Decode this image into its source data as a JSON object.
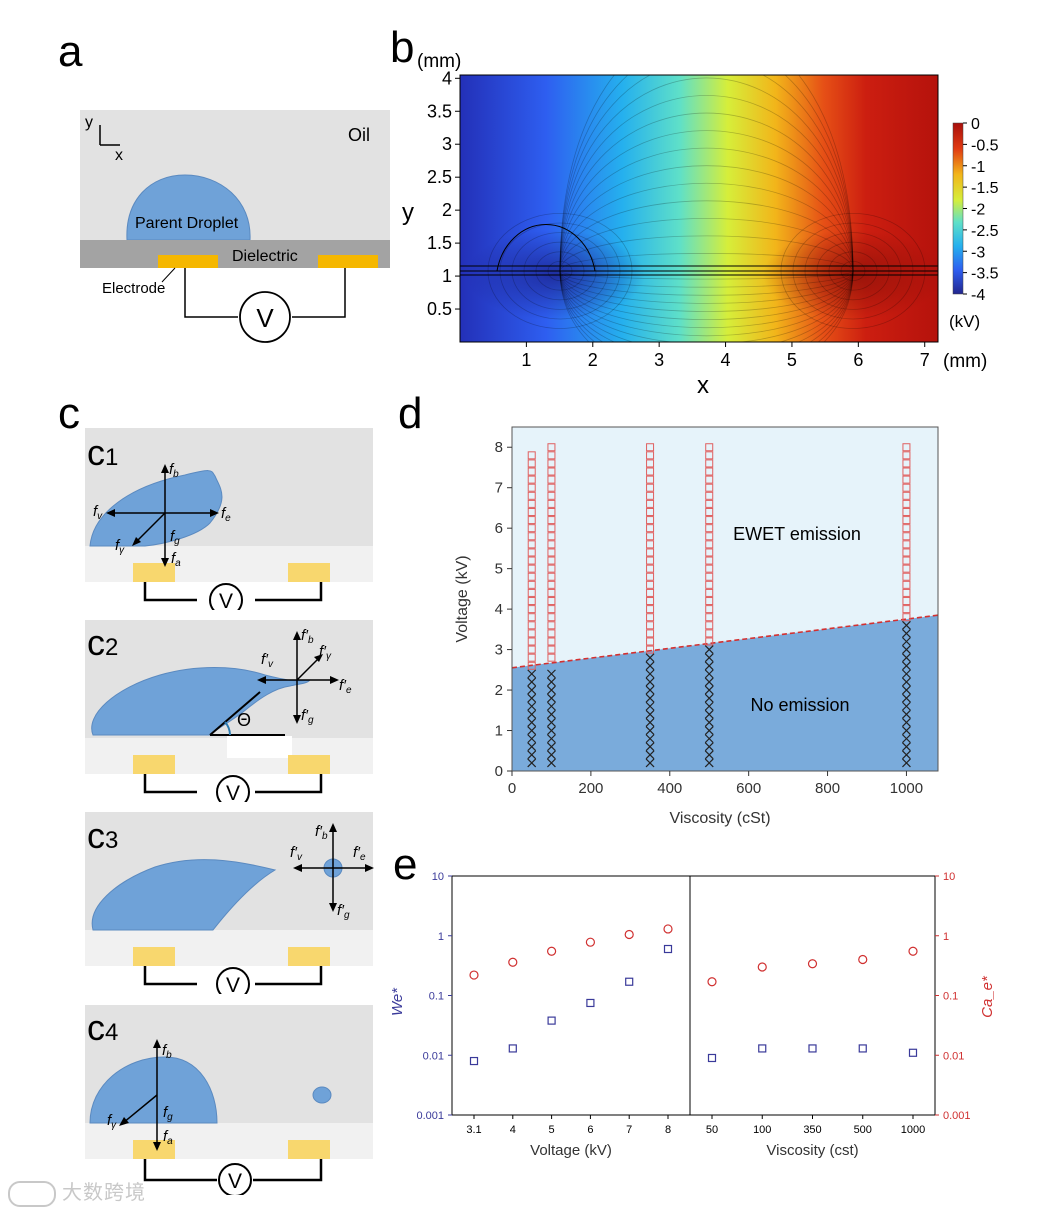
{
  "panels": {
    "a": {
      "letter": "a",
      "axis_y": "y",
      "axis_x": "x",
      "oil": "Oil",
      "droplet": "Parent Droplet",
      "dielectric": "Dielectric",
      "electrode": "Electrode",
      "voltage_symbol": "V"
    },
    "b": {
      "letter": "b",
      "y_unit": "(mm)",
      "x_unit": "(mm)",
      "xlabel": "x",
      "ylabel": "y",
      "colorbar_unit": "(kV)",
      "colorbar_ticks": [
        "0",
        "-0.5",
        "-1",
        "-1.5",
        "-2",
        "-2.5",
        "-3",
        "-3.5",
        "-4"
      ]
    },
    "c": {
      "letter": "c",
      "subpanels": [
        {
          "label": "c",
          "sub": "1"
        },
        {
          "label": "c",
          "sub": "2"
        },
        {
          "label": "c",
          "sub": "3"
        },
        {
          "label": "c",
          "sub": "4"
        }
      ],
      "voltage_symbol": "V",
      "theta": "Θ"
    },
    "d": {
      "letter": "d"
    },
    "e": {
      "letter": "e"
    }
  },
  "watermark": "大数跨境",
  "chart_data": [
    {
      "panel": "b",
      "type": "heatmap",
      "xlabel": "x",
      "ylabel": "y",
      "x_ticks": [
        1,
        2,
        3,
        4,
        5,
        6,
        7
      ],
      "y_ticks": [
        0.5,
        1,
        1.5,
        2,
        2.5,
        3,
        3.5,
        4
      ],
      "xlim": [
        0,
        7.2
      ],
      "ylim": [
        0,
        4.05
      ],
      "colorbar": {
        "min": -4,
        "max": 0,
        "unit": "(kV)"
      }
    },
    {
      "panel": "d",
      "type": "scatter",
      "xlabel": "Viscosity (cSt)",
      "ylabel": "Voltage (kV)",
      "xlim": [
        0,
        1080
      ],
      "ylim": [
        0,
        8.5
      ],
      "x_ticks": [
        0,
        200,
        400,
        600,
        800,
        1000
      ],
      "y_ticks": [
        0,
        1,
        2,
        3,
        4,
        5,
        6,
        7,
        8
      ],
      "regions": [
        "EWET emission",
        "No emission"
      ],
      "boundary": {
        "x": [
          0,
          1080
        ],
        "y": [
          2.55,
          3.85
        ]
      },
      "series": [
        {
          "marker": "square",
          "color": "#e06060",
          "points": [
            {
              "x": 50,
              "from": 2.6,
              "to": 7.8
            },
            {
              "x": 100,
              "from": 2.8,
              "to": 8.0
            },
            {
              "x": 350,
              "from": 3.0,
              "to": 8.0
            },
            {
              "x": 500,
              "from": 3.2,
              "to": 8.0
            },
            {
              "x": 1000,
              "from": 3.8,
              "to": 8.0
            }
          ]
        },
        {
          "marker": "x",
          "color": "#222222",
          "points": [
            {
              "x": 50,
              "from": 0.2,
              "to": 2.5
            },
            {
              "x": 100,
              "from": 0.2,
              "to": 2.5
            },
            {
              "x": 350,
              "from": 0.2,
              "to": 2.9
            },
            {
              "x": 500,
              "from": 0.2,
              "to": 3.1
            },
            {
              "x": 1000,
              "from": 0.2,
              "to": 3.7
            }
          ]
        }
      ]
    },
    {
      "panel": "e",
      "type": "scatter",
      "ylim": [
        0.001,
        10
      ],
      "y_ticks": [
        "10",
        "1",
        "0.1",
        "0.01",
        "0.001"
      ],
      "left_ylabel": "We*",
      "right_ylabel": "Ca_e*",
      "groups": [
        {
          "xlabel": "Voltage (kV)",
          "categories": [
            "3.1",
            "4",
            "5",
            "6",
            "7",
            "8"
          ],
          "series": [
            {
              "name": "We*",
              "marker": "square",
              "color": "#3a3a9a",
              "values": [
                0.008,
                0.013,
                0.038,
                0.075,
                0.17,
                0.6
              ]
            },
            {
              "name": "Ca_e*",
              "marker": "circle",
              "color": "#d03030",
              "values": [
                0.22,
                0.36,
                0.55,
                0.78,
                1.05,
                1.3
              ]
            }
          ]
        },
        {
          "xlabel": "Viscosity (cst)",
          "categories": [
            "50",
            "100",
            "350",
            "500",
            "1000"
          ],
          "series": [
            {
              "name": "We*",
              "marker": "square",
              "color": "#3a3a9a",
              "values": [
                0.009,
                0.013,
                0.013,
                0.013,
                0.011
              ]
            },
            {
              "name": "Ca_e*",
              "marker": "circle",
              "color": "#d03030",
              "values": [
                0.17,
                0.3,
                0.34,
                0.4,
                0.55
              ]
            }
          ]
        }
      ]
    }
  ]
}
